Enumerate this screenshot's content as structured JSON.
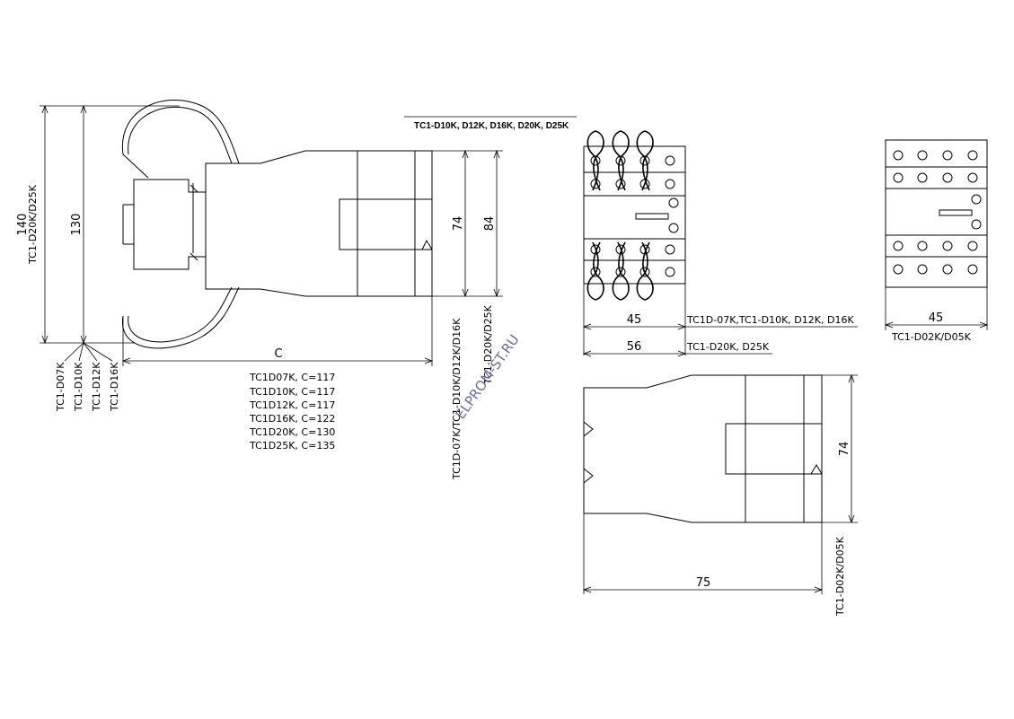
{
  "left_view": {
    "model_side_label": "TC1-D20K/D25K",
    "dim_140": "140",
    "dim_130": "130",
    "dim_74": "74",
    "dim_84": "84",
    "dim_c": "C",
    "leader_labels": [
      "TC1-D07K",
      "TC1-D10K",
      "TC1-D12K",
      "TC1-D16K"
    ],
    "c_table": [
      "TC1D07K, C=117",
      "TC1D10K, C=117",
      "TC1D12K, C=117",
      "TC1D16K, C=122",
      "TC1D20K, C=130",
      "TC1D25K, C=135"
    ],
    "right_label_1": "TC1D-07K/TC1-D10K/D12K/D16K",
    "right_label_2": "TC1-D20K/D25K"
  },
  "top_label": "TC1-D10K, D12K, D16K, D20K, D25K",
  "front_view": {
    "dim_45": "45",
    "dim_56": "56",
    "label_45": "TC1D-07K,TC1-D10K, D12K, D16K",
    "label_56": "TC1-D20K, D25K"
  },
  "small_view": {
    "dim_45": "45",
    "label": "TC1-D02K/D05K"
  },
  "side_view": {
    "dim_74": "74",
    "dim_75": "75",
    "label": "TC1-D02K/D05K"
  },
  "watermark": "ELPROM-ST.RU"
}
